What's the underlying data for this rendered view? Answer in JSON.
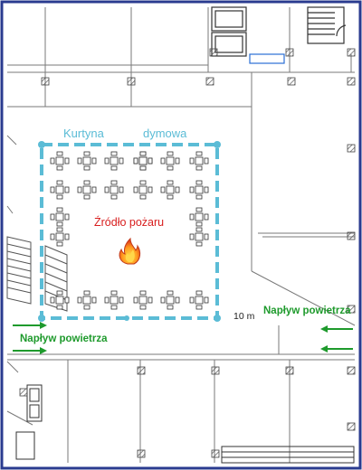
{
  "labels": {
    "curtain_left": "Kurtyna",
    "curtain_right": "dymowa",
    "fire_source": "Źródło pożaru",
    "dimension": "10 m",
    "air_inflow_right": "Napływ powietrza",
    "air_inflow_left": "Napływ powietrza"
  },
  "colors": {
    "smoke_curtain": "#5bbcd6",
    "fire_text": "#d81e1e",
    "air_arrows": "#1e9a2c",
    "frame": "#2a3b8f",
    "plan_lines": "#7a7a7a"
  },
  "icons": {
    "fire": "fire-icon",
    "arrow": "arrow-right-icon"
  }
}
